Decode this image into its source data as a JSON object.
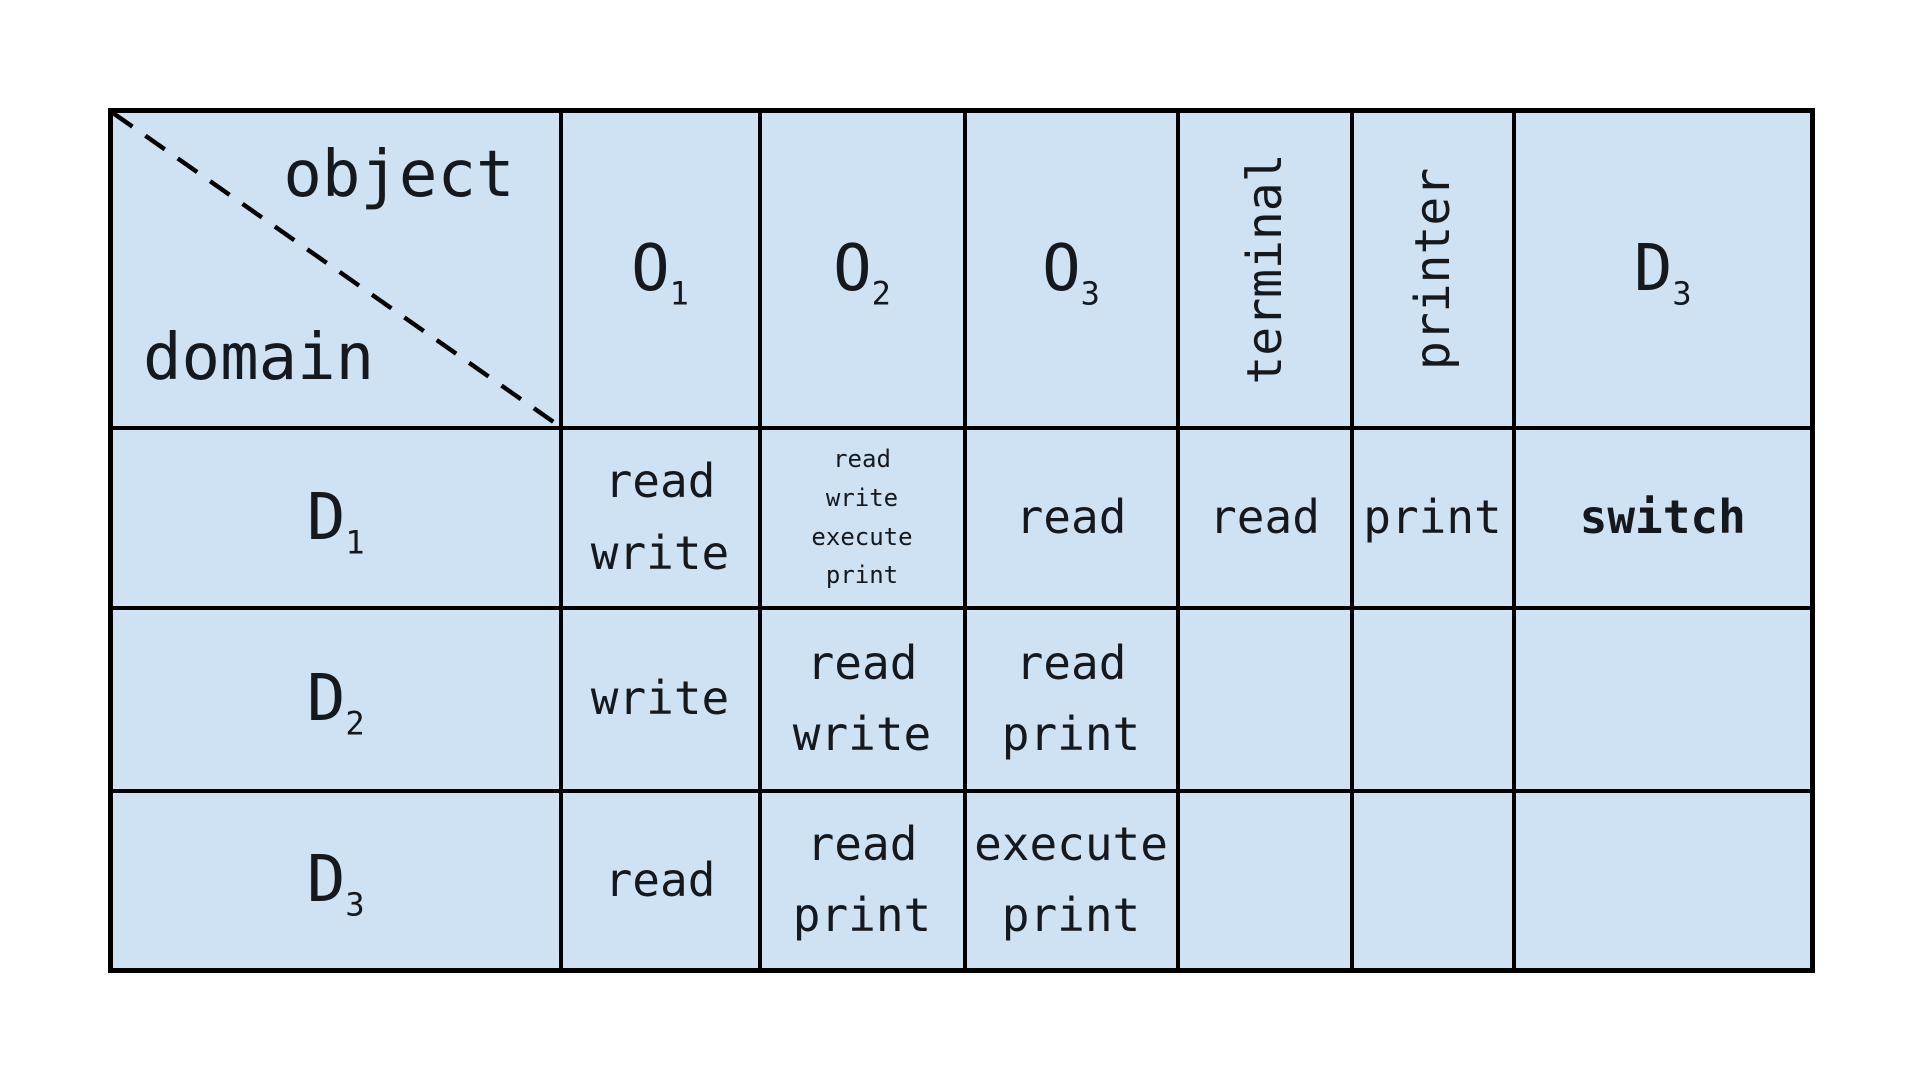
{
  "figure": {
    "type": "access-matrix-table",
    "background_color": "#ffffff",
    "cell_background_color": "#cfe2f4",
    "border_color": "#000000",
    "text_color": "#15181d"
  },
  "matrix": {
    "corner": {
      "object_label": "object",
      "domain_label": "domain"
    },
    "col_headers": [
      {
        "base": "O",
        "sub": "1"
      },
      {
        "base": "O",
        "sub": "2"
      },
      {
        "base": "O",
        "sub": "3"
      },
      {
        "label": "terminal"
      },
      {
        "label": "printer"
      },
      {
        "base": "D",
        "sub": "3"
      }
    ],
    "rows": [
      {
        "header": {
          "base": "D",
          "sub": "1"
        },
        "cells": [
          "read\nwrite",
          "read\nwrite\nexecute\nprint",
          "read",
          "read",
          "print",
          "switch"
        ]
      },
      {
        "header": {
          "base": "D",
          "sub": "2"
        },
        "cells": [
          "write",
          "read\nwrite",
          "read\nprint",
          "",
          "",
          ""
        ]
      },
      {
        "header": {
          "base": "D",
          "sub": "3"
        },
        "cells": [
          "read",
          "read\nprint",
          "execute\nprint",
          "",
          "",
          ""
        ]
      }
    ]
  }
}
